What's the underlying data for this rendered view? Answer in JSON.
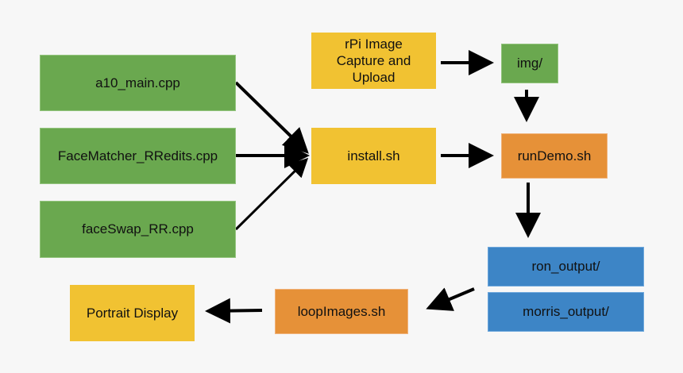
{
  "nodes": {
    "a10_main": {
      "label": "a10_main.cpp",
      "color": "#6aa84f"
    },
    "facematcher": {
      "label": "FaceMatcher_RRedits.cpp",
      "color": "#6aa84f"
    },
    "faceswap": {
      "label": "faceSwap_RR.cpp",
      "color": "#6aa84f"
    },
    "rpi_capture": {
      "label": "rPi Image\nCapture and\nUpload",
      "color": "#f1c232"
    },
    "img_dir": {
      "label": "img/",
      "color": "#6aa84f"
    },
    "install": {
      "label": "install.sh",
      "color": "#f1c232"
    },
    "rundemo": {
      "label": "runDemo.sh",
      "color": "#e69138"
    },
    "ron_output": {
      "label": "ron_output/",
      "color": "#3d85c6"
    },
    "morris_output": {
      "label": "morris_output/",
      "color": "#3d85c6"
    },
    "loopimages": {
      "label": "loopImages.sh",
      "color": "#e69138"
    },
    "portrait_display": {
      "label": "Portrait Display",
      "color": "#f1c232"
    }
  },
  "edges": [
    {
      "from": "a10_main",
      "to": "install"
    },
    {
      "from": "facematcher",
      "to": "install"
    },
    {
      "from": "faceswap",
      "to": "install"
    },
    {
      "from": "rpi_capture",
      "to": "img_dir"
    },
    {
      "from": "img_dir",
      "to": "rundemo"
    },
    {
      "from": "install",
      "to": "rundemo"
    },
    {
      "from": "rundemo",
      "to": "ron_output"
    },
    {
      "from": "ron_output",
      "to": "loopimages"
    },
    {
      "from": "loopimages",
      "to": "portrait_display"
    }
  ]
}
